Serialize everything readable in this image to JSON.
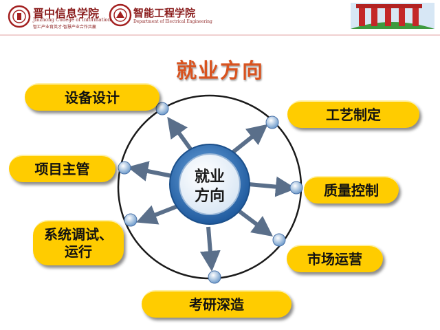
{
  "header": {
    "college_name_cn": "晋中信息学院",
    "college_name_en": "Jinzhong College of Information",
    "college_motto": "智汇产业育英才·智慧产业合作共赢",
    "department_name_cn": "智能工程学院",
    "department_name_en": "Department of Electrical Engineering"
  },
  "title": "就业方向",
  "center": {
    "line1": "就业",
    "line2": "方向"
  },
  "directions": [
    "设备设计",
    "工艺制定",
    "项目主管",
    "质量控制",
    "系统调试、",
    "运行",
    "市场运营",
    "考研深造"
  ],
  "colors": {
    "title": "#d9531f",
    "pill": "#ffcc00",
    "arrow": "#5a6f8a",
    "hub": "#2e74b5",
    "node": "#b9d3f0",
    "logo": "#8a1c1c"
  }
}
